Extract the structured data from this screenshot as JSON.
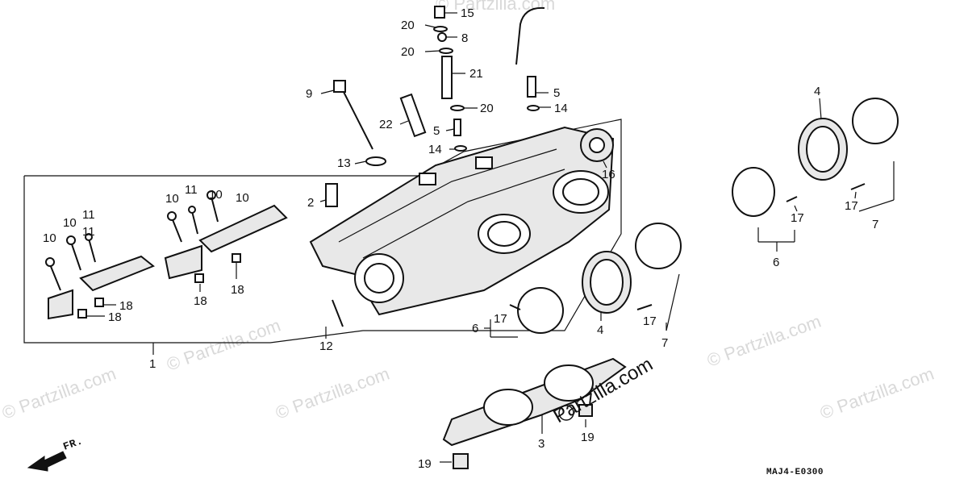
{
  "watermark": {
    "text": "Partzilla.com",
    "symbol": "©"
  },
  "stamp": {
    "text": "Partzilla.com"
  },
  "diagram_code": "MAJ4-E0300",
  "direction": {
    "label": "FR."
  },
  "callouts": {
    "c15": "15",
    "c20a": "20",
    "c8": "8",
    "c20b": "20",
    "c21": "21",
    "c5a": "5",
    "c14a": "14",
    "c9": "9",
    "c22": "22",
    "c20c": "20",
    "c5b": "5",
    "c14b": "14",
    "c13": "13",
    "c16": "16",
    "c2": "2",
    "c4a": "4",
    "c17a": "17",
    "c17b": "17",
    "c7a": "7",
    "c6a": "6",
    "c10a": "10",
    "c11a": "11",
    "c10b": "10",
    "c10c": "10",
    "c11b": "11",
    "c10d": "10",
    "c11c": "11",
    "c10e": "10",
    "c18a": "18",
    "c18b": "18",
    "c18c": "18",
    "c18d": "18",
    "c1": "1",
    "c12": "12",
    "c6b": "6",
    "c17c": "17",
    "c4b": "4",
    "c17d": "17",
    "c7b": "7",
    "c3": "3",
    "c19a": "19",
    "c19b": "19"
  }
}
